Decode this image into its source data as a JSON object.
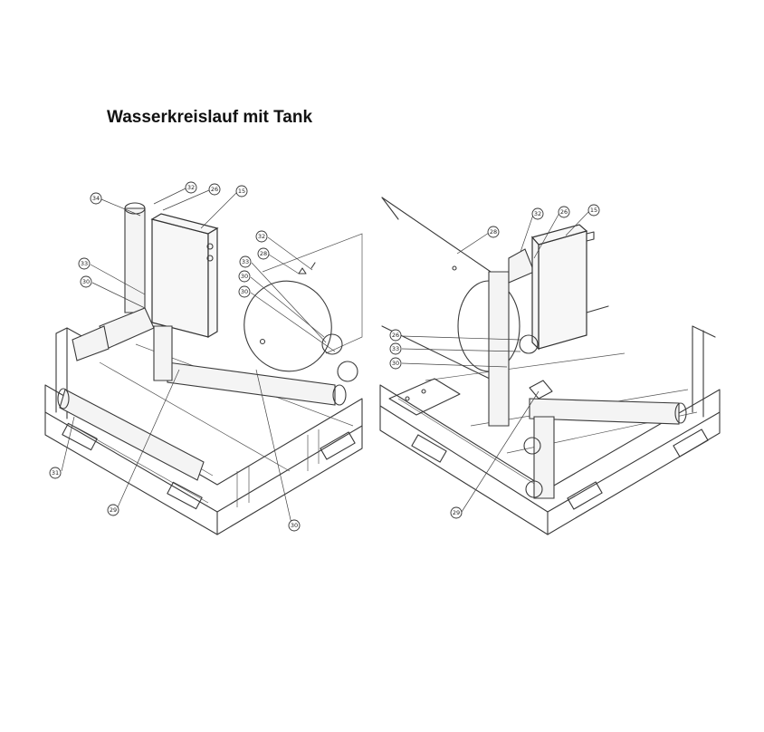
{
  "title": "Wasserkreislauf mit Tank",
  "left_view": {
    "labels": [
      "34",
      "32",
      "26",
      "15",
      "33",
      "30",
      "32",
      "28",
      "33",
      "30",
      "30",
      "31",
      "29",
      "30"
    ]
  },
  "right_view": {
    "labels": [
      "28",
      "32",
      "26",
      "15",
      "26",
      "33",
      "30",
      "29"
    ]
  }
}
